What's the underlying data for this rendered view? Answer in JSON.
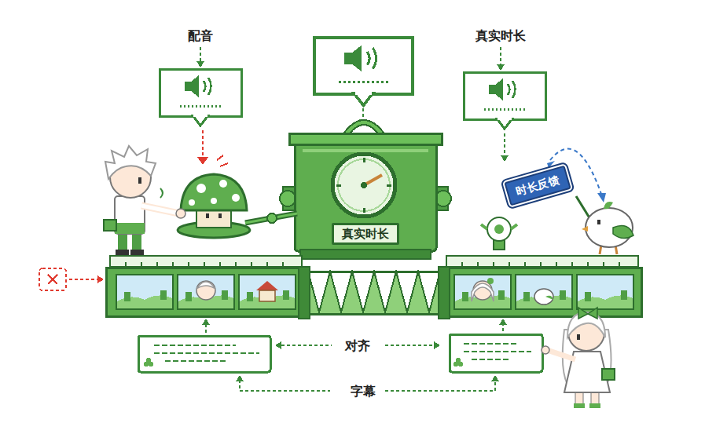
{
  "diagram": {
    "nodes": [
      {
        "text": [
          "真实时长"
        ]
      },
      {
        "text": [
          "时长反馈"
        ]
      }
    ],
    "labels": [
      "配音",
      "真实时长",
      "对齐",
      "字幕"
    ]
  }
}
